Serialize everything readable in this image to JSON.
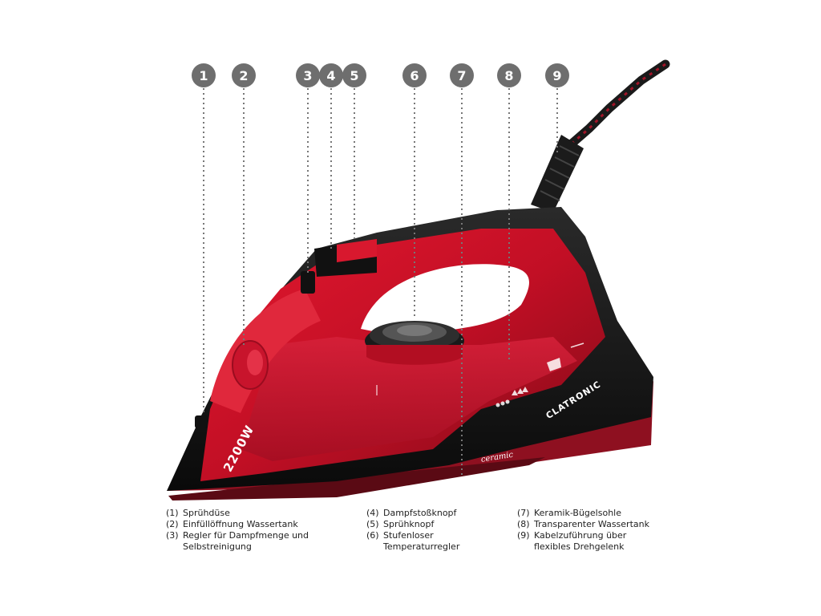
{
  "markers": [
    {
      "id": "1",
      "label": "1"
    },
    {
      "id": "2",
      "label": "2"
    },
    {
      "id": "3",
      "label": "3"
    },
    {
      "id": "4",
      "label": "4"
    },
    {
      "id": "5",
      "label": "5"
    },
    {
      "id": "6",
      "label": "6"
    },
    {
      "id": "7",
      "label": "7"
    },
    {
      "id": "8",
      "label": "8"
    },
    {
      "id": "9",
      "label": "9"
    }
  ],
  "legend": [
    [
      {
        "num": "(1)",
        "text": "Sprühdüse"
      },
      {
        "num": "(2)",
        "text": "Einfüllöffnung Wassertank"
      },
      {
        "num": "(3)",
        "text": "Regler für Dampfmenge und"
      },
      {
        "num": "",
        "text": "Selbstreinigung"
      }
    ],
    [
      {
        "num": "(4)",
        "text": "Dampfstoßknopf"
      },
      {
        "num": "(5)",
        "text": "Sprühknopf"
      },
      {
        "num": "(6)",
        "text": "Stufenloser"
      },
      {
        "num": "",
        "text": "Temperaturregler"
      }
    ],
    [
      {
        "num": "(7)",
        "text": "Keramik-Bügelsohle"
      },
      {
        "num": "(8)",
        "text": "Transparenter Wassertank"
      },
      {
        "num": "(9)",
        "text": "Kabelzuführung über"
      },
      {
        "num": "",
        "text": "flexibles Drehgelenk"
      }
    ]
  ],
  "product_print": {
    "wattage": "2200W",
    "soleplate": "ceramic",
    "brand": "CLATRONIC"
  },
  "colors": {
    "marker_bg": "#6e6e6e",
    "iron_red": "#c8102e",
    "iron_black": "#111111",
    "leader_line": "#777777"
  }
}
